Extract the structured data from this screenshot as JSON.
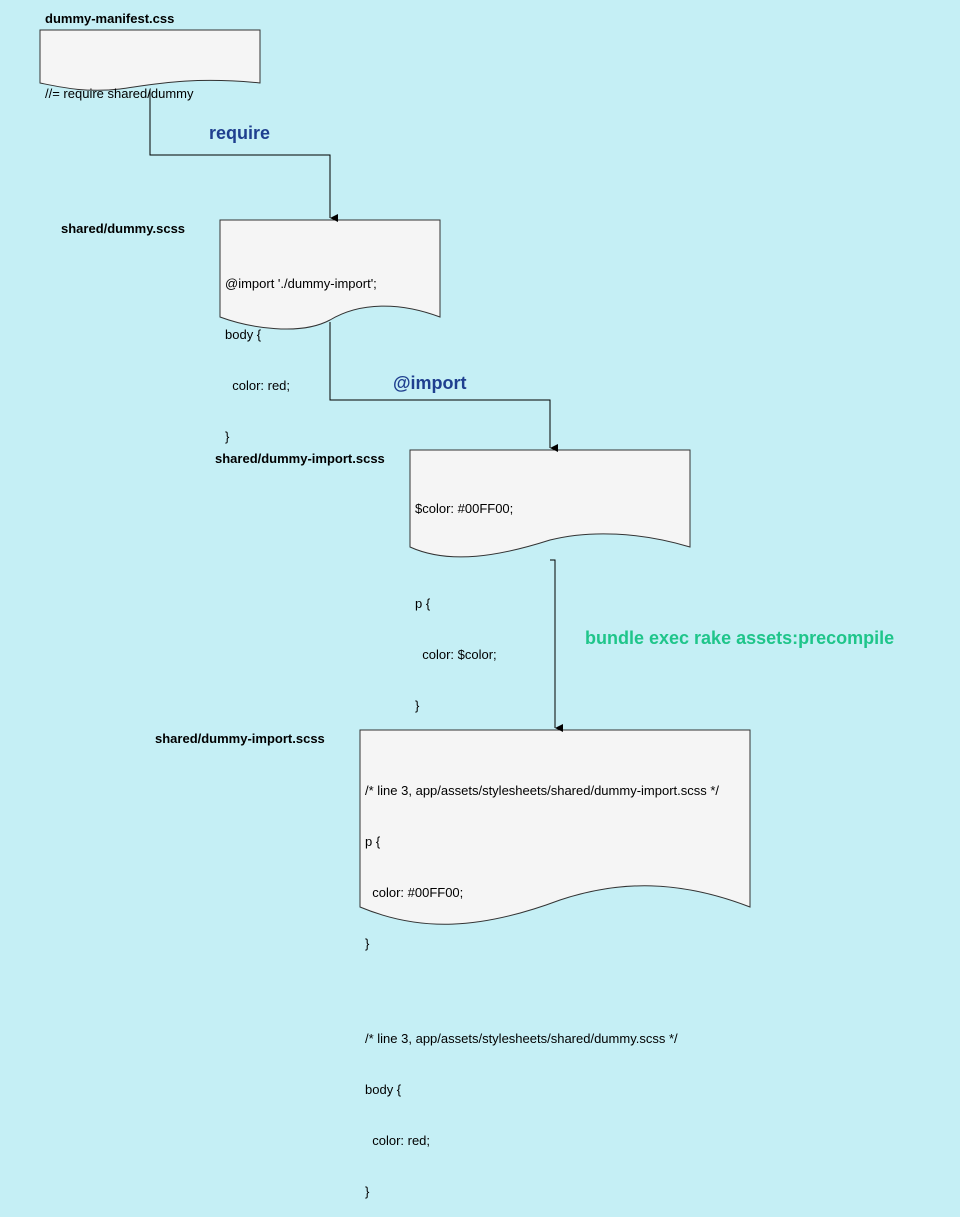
{
  "colors": {
    "background": "#c5eff5",
    "doc_fill": "#f5f5f5",
    "label_blue": "#1f3f8f",
    "label_green": "#1fc58a"
  },
  "nodes": {
    "manifest": {
      "title": "dummy-manifest.css",
      "lines": [
        "//= require shared/dummy"
      ]
    },
    "dummy": {
      "title": "shared/dummy.scss",
      "lines": [
        "@import './dummy-import';",
        "body {",
        "  color: red;",
        "}"
      ]
    },
    "dummy_import": {
      "title": "shared/dummy-import.scss",
      "lines_a": [
        "$color: #00FF00;"
      ],
      "lines_b": [
        "p {",
        "  color: $color;",
        "}"
      ]
    },
    "compiled": {
      "title": "shared/dummy-import.scss",
      "lines_a": [
        "/* line 3, app/assets/stylesheets/shared/dummy-import.scss */",
        "p {",
        "  color: #00FF00;",
        "}"
      ],
      "lines_b": [
        "/* line 3, app/assets/stylesheets/shared/dummy.scss */",
        "body {",
        "  color: red;",
        "}"
      ]
    }
  },
  "edges": {
    "require": "require",
    "import": "@import",
    "precompile": "bundle exec rake assets:precompile"
  }
}
